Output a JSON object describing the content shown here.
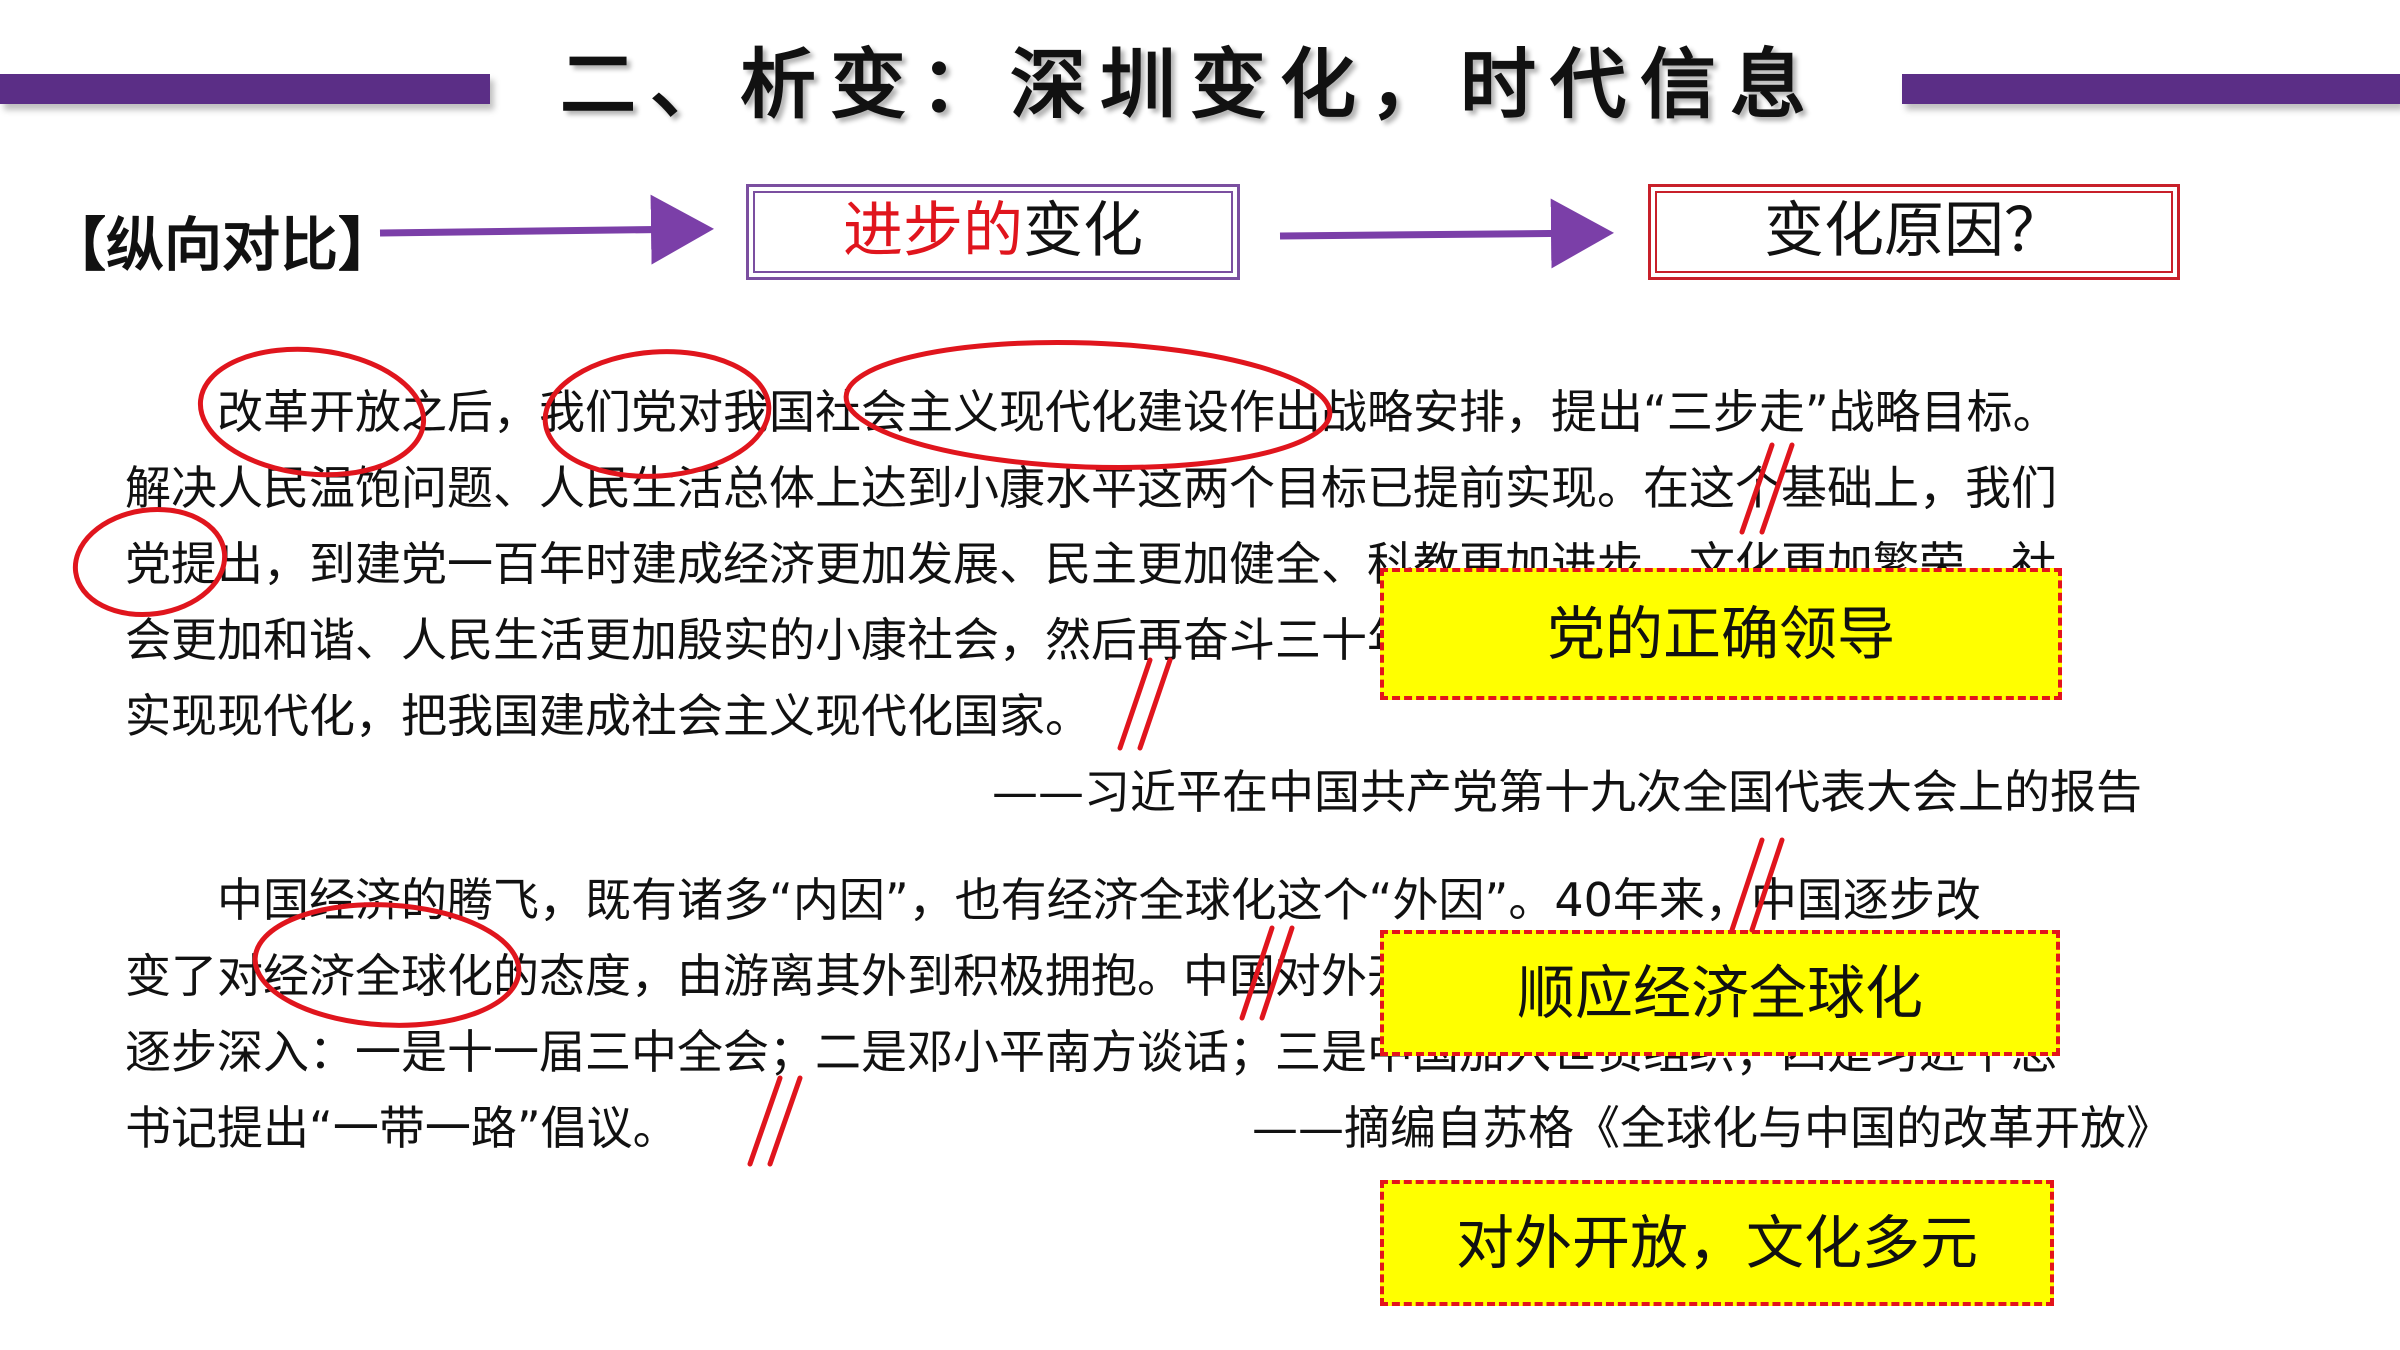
{
  "header": {
    "title": "二、析变：深圳变化，时代信息"
  },
  "compare": {
    "label": "【纵向对比】",
    "box1_red": "进步的",
    "box1_rest": "变化",
    "box2": "变化原因？"
  },
  "passage1": {
    "lines": [
      "改革开放之后，我们党对我国社会主义现代化建设作出战略安排，提出“三步走”战略目标。",
      "解决人民温饱问题、人民生活总体上达到小康水平这两个目标已提前实现。在这个基础上，我们",
      "党提出，到建党一百年时建成经济更加发展、民主更加健全、科教更加进步、文化更加繁荣、社",
      "会更加和谐、人民生活更加殷实的小康社会，然后再奋斗三十年，到新中国成立一百年时，基本",
      "实现现代化，把我国建成社会主义现代化国家。"
    ],
    "source": "——习近平在中国共产党第十九次全国代表大会上的报告"
  },
  "passage2": {
    "lines": [
      "中国经济的腾飞，既有诸多“内因”，也有经济全球化这个“外因”。40年来，中国逐步改",
      "变了对经济全球化的态度，由游离其外到积极拥抱。中国对外开放以经济特区作为起点",
      "逐步深入：一是十一届三中全会；二是邓小平南方谈话；三是中国加入世贸组织；四是习近平总",
      "书记提出“一带一路”倡议。"
    ],
    "source": "——摘编自苏格《全球化与中国的改革开放》"
  },
  "notes": {
    "note1": "党的正确领导",
    "note2": "顺应经济全球化",
    "note3": "对外开放，文化多元"
  },
  "colors": {
    "bar": "#5b2e86",
    "arrow": "#7b3fa8",
    "annotation_red": "#e0151d",
    "note_bg": "#ffff00"
  }
}
